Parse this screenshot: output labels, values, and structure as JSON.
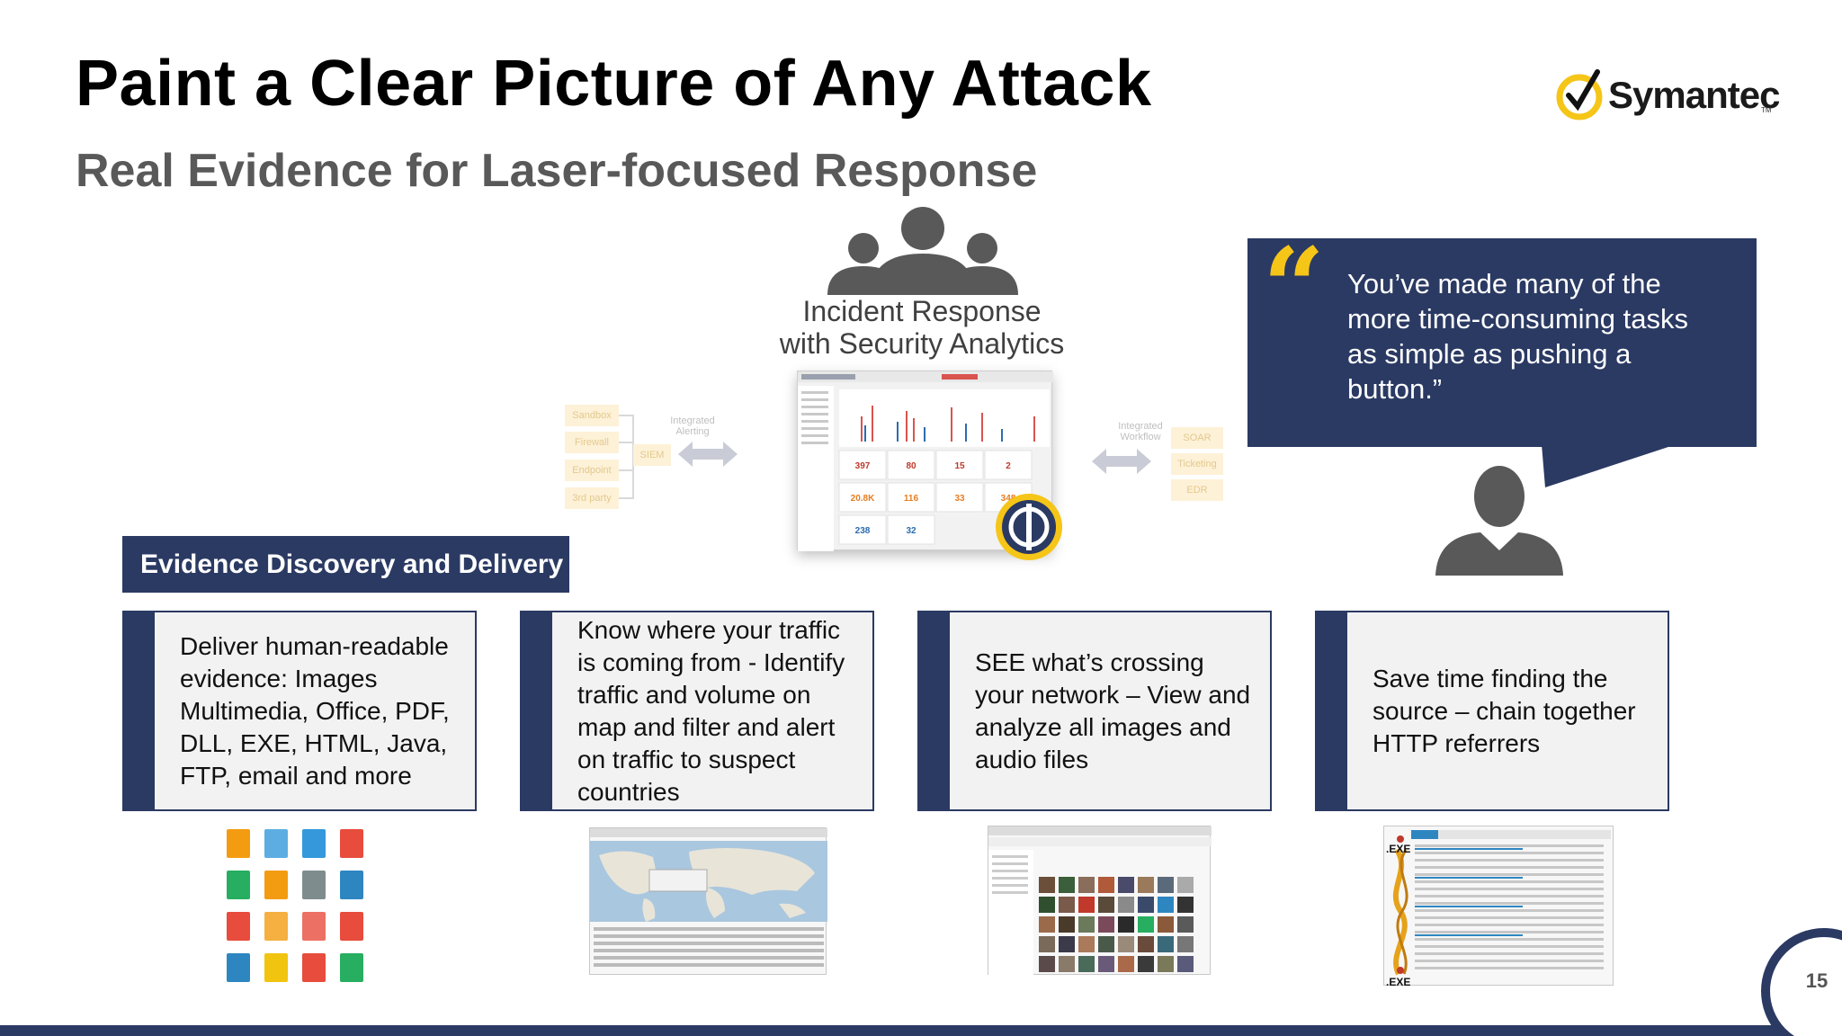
{
  "slide": {
    "title": "Paint a Clear Picture of Any Attack",
    "subtitle": "Real Evidence for Laser-focused Response",
    "page_number": "15"
  },
  "logo": {
    "text": "Symantec",
    "tm": "TM"
  },
  "incident": {
    "line1": "Incident Response",
    "line2": "with Security Analytics"
  },
  "workflow_left": {
    "sources": [
      "Sandbox",
      "Firewall",
      "Endpoint",
      "3rd party"
    ],
    "hub": "SIEM",
    "label_line1": "Integrated",
    "label_line2": "Alerting"
  },
  "workflow_right": {
    "targets": [
      "SOAR",
      "Ticketing",
      "EDR"
    ],
    "label_line1": "Integrated",
    "label_line2": "Workflow"
  },
  "dashboard": {
    "row1": [
      "397",
      "80",
      "15",
      "2"
    ],
    "row2": [
      "20.8K",
      "116",
      "33",
      "348"
    ],
    "row3": [
      "238",
      "32"
    ]
  },
  "quote": {
    "mark": "“",
    "text": "You’ve made many of the more time-consuming tasks as simple as pushing a button.”"
  },
  "section_tag": "Evidence Discovery and Delivery",
  "cards": [
    {
      "text": "Deliver human-readable evidence: Images Multimedia, Office, PDF, DLL, EXE, HTML, Java, FTP, email and more"
    },
    {
      "text": "Know where your traffic is coming from - Identify traffic and volume on map and filter and alert on traffic to suspect countries"
    },
    {
      "text": "SEE what’s crossing your network – View and analyze all images and audio files"
    },
    {
      "text": "Save time finding the source – chain together HTTP referrers"
    }
  ],
  "exe_labels": [
    ".EXE",
    ".EXE"
  ],
  "colors": {
    "navy": "#2b3a63",
    "gold": "#f5c518",
    "grey_text": "#595959"
  }
}
